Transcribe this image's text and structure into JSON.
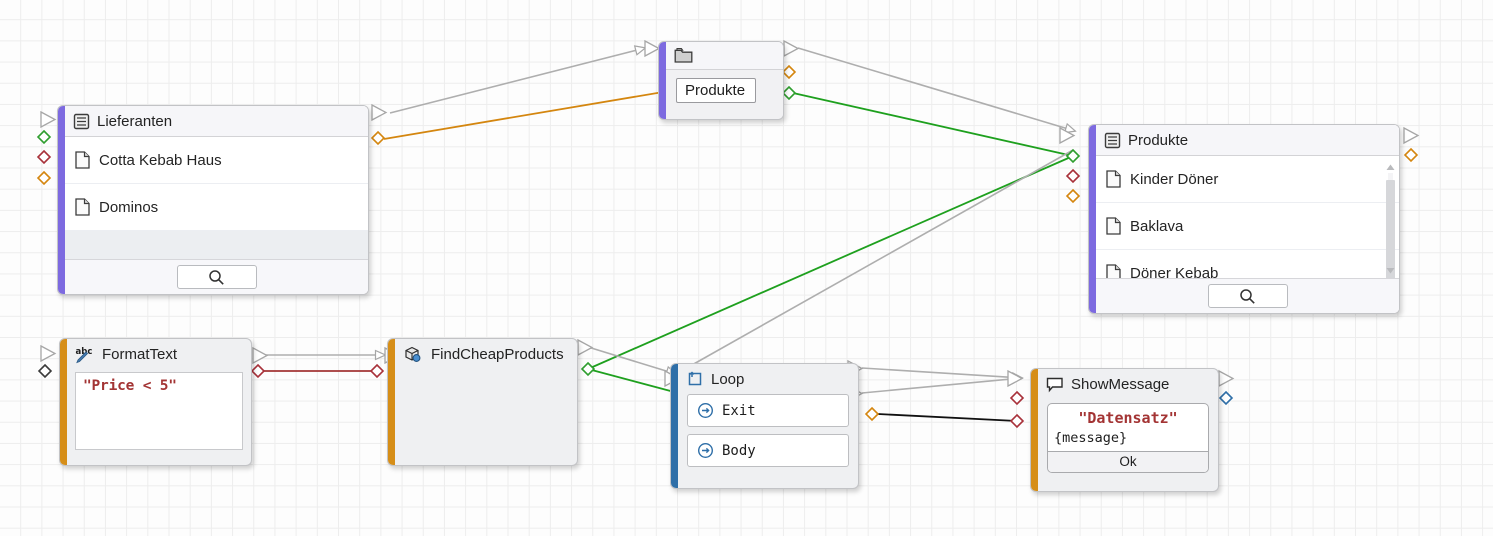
{
  "canvas": {
    "background": "#fdfdfd",
    "grid_color": "#ededed",
    "grid_size": 21
  },
  "palette": {
    "rail_purple": "#7d6ae0",
    "rail_orange": "#d68e18",
    "rail_blue": "#2f6fa8",
    "wire_gray": "#aeaeae",
    "wire_orange": "#d4860f",
    "wire_green": "#1ea01e",
    "wire_red": "#a33434",
    "wire_black": "#111111",
    "port_green": "#2f9e2f",
    "port_red": "#a8313a",
    "port_orange": "#d4860f",
    "port_blue": "#2f6fa8",
    "port_gray": "#a6a6a6"
  },
  "nodes": {
    "lieferanten": {
      "title": "Lieferanten",
      "icon": "list-icon",
      "rows": [
        {
          "label": "Cotta Kebab Haus",
          "icon": "document-icon"
        },
        {
          "label": "Dominos",
          "icon": "document-icon"
        }
      ],
      "search_icon": "search-icon"
    },
    "produkte_folder": {
      "icon": "folder-icon",
      "field_value": "Produkte"
    },
    "produkte_list": {
      "title": "Produkte",
      "icon": "list-icon",
      "rows": [
        {
          "label": "Kinder Döner",
          "icon": "document-icon"
        },
        {
          "label": "Baklava",
          "icon": "document-icon"
        },
        {
          "label": "Döner Kebab",
          "icon": "document-icon"
        }
      ],
      "search_icon": "search-icon",
      "scrollbar": {
        "up_icon": "scroll-up-arrow",
        "down_icon": "scroll-down-arrow"
      }
    },
    "format_text": {
      "title": "FormatText",
      "icon": "abc-pencil-icon",
      "expression": "\"Price < 5\""
    },
    "find_cheap_products": {
      "title": "FindCheapProducts",
      "icon": "package-search-icon"
    },
    "loop": {
      "title": "Loop",
      "icon": "loop-icon",
      "slots": [
        {
          "label": "Exit",
          "icon": "arrow-circle-icon"
        },
        {
          "label": "Body",
          "icon": "arrow-circle-icon"
        }
      ]
    },
    "show_message": {
      "title": "ShowMessage",
      "icon": "speech-bubble-icon",
      "dialog": {
        "title": "\"Datensatz\"",
        "message": "{message}",
        "button": "Ok"
      }
    }
  }
}
